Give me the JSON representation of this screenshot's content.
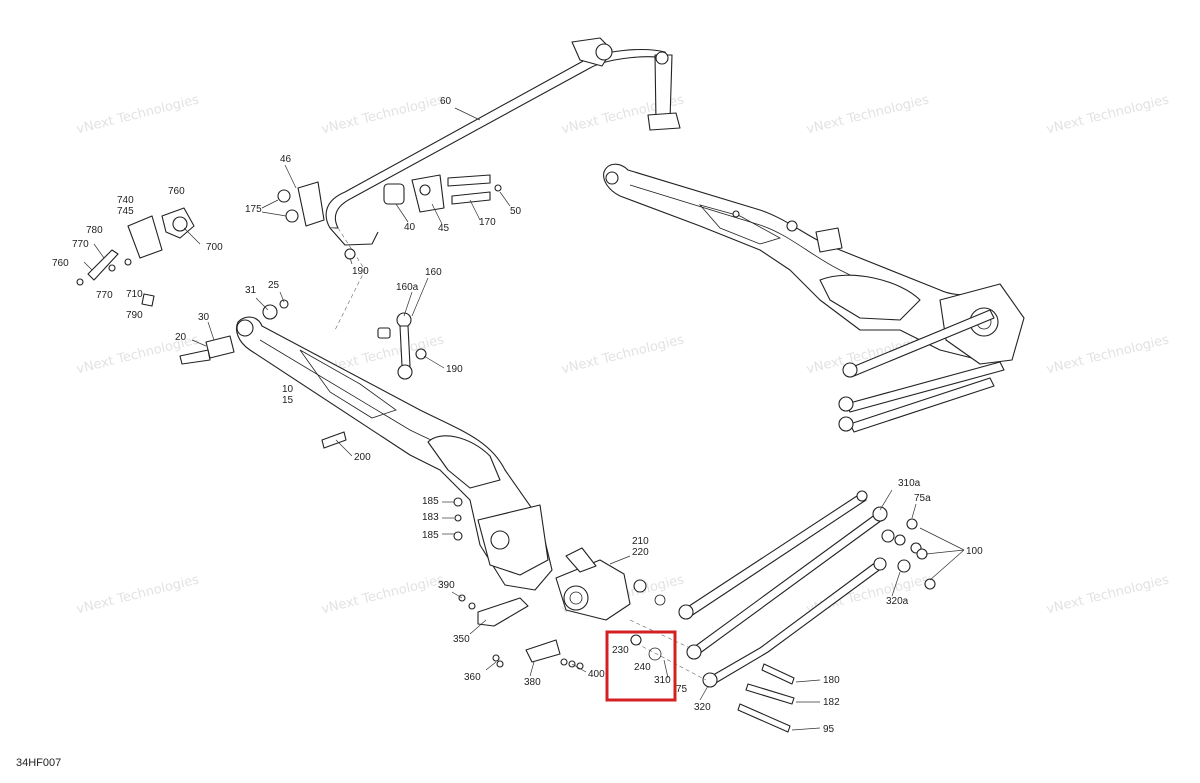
{
  "diagram": {
    "code": "34HF007",
    "watermark": [
      "vNext",
      "Technologies"
    ],
    "labels": {
      "p60": "60",
      "p46": "46",
      "p175": "175",
      "p40": "40",
      "p45": "45",
      "p170": "170",
      "p50": "50",
      "p190a": "190",
      "p740": "740",
      "p745": "745",
      "p760a": "760",
      "p780": "780",
      "p770a": "770",
      "p760b": "760",
      "p770b": "770",
      "p710": "710",
      "p700": "700",
      "p790": "790",
      "p31": "31",
      "p25": "25",
      "p30": "30",
      "p20": "20",
      "p160a": "160a",
      "p160": "160",
      "p190b": "190",
      "p10": "10",
      "p15": "15",
      "p200": "200",
      "p185a": "185",
      "p183": "183",
      "p185b": "185",
      "p210": "210",
      "p220": "220",
      "p390": "390",
      "p350": "350",
      "p360": "360",
      "p380": "380",
      "p400": "400",
      "p230": "230",
      "p240": "240",
      "p310": "310",
      "p75": "75",
      "p310a": "310a",
      "p75a": "75a",
      "p100": "100",
      "p320a": "320a",
      "p180": "180",
      "p182": "182",
      "p95": "95",
      "p320": "320"
    },
    "highlight_color": "#d42020"
  }
}
